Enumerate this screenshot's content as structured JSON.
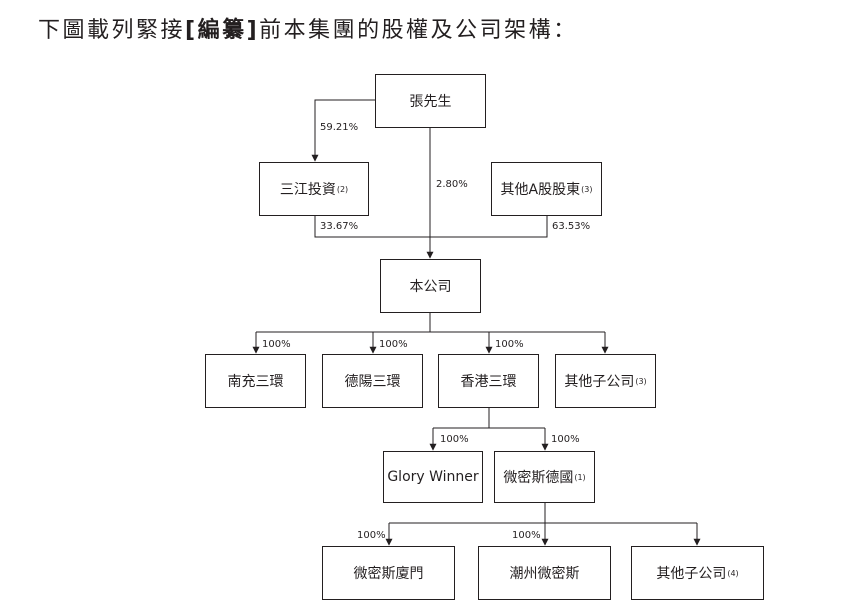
{
  "heading": {
    "prefix": "下圖載列緊接",
    "bold": "[編纂]",
    "suffix": "前本集團的股權及公司架構："
  },
  "entities": {
    "zhang": {
      "label": "張先生",
      "note": ""
    },
    "sanjiang": {
      "label": "三江投資",
      "note": "(2)"
    },
    "other_a": {
      "label": "其他A股股東",
      "note": "(3)"
    },
    "company": {
      "label": "本公司",
      "note": ""
    },
    "nanchong": {
      "label": "南充三環",
      "note": ""
    },
    "deyang": {
      "label": "德陽三環",
      "note": ""
    },
    "hongkong": {
      "label": "香港三環",
      "note": ""
    },
    "other_sub1": {
      "label": "其他子公司",
      "note": "(3)"
    },
    "glory": {
      "label": "Glory Winner",
      "note": ""
    },
    "germany": {
      "label": "微密斯德國",
      "note": "(1)"
    },
    "xiamen": {
      "label": "微密斯廈門",
      "note": ""
    },
    "chaozhou": {
      "label": "潮州微密斯",
      "note": ""
    },
    "other_sub2": {
      "label": "其他子公司",
      "note": "(4)"
    }
  },
  "percentages": {
    "zhang_sanjiang": "59.21%",
    "zhang_company": "2.80%",
    "sanjiang_company": "33.67%",
    "other_a_company": "63.53%",
    "company_nanchong": "100%",
    "company_deyang": "100%",
    "company_hongkong": "100%",
    "hk_glory": "100%",
    "hk_germany": "100%",
    "germany_xiamen": "100%",
    "germany_chaozhou": "100%"
  }
}
